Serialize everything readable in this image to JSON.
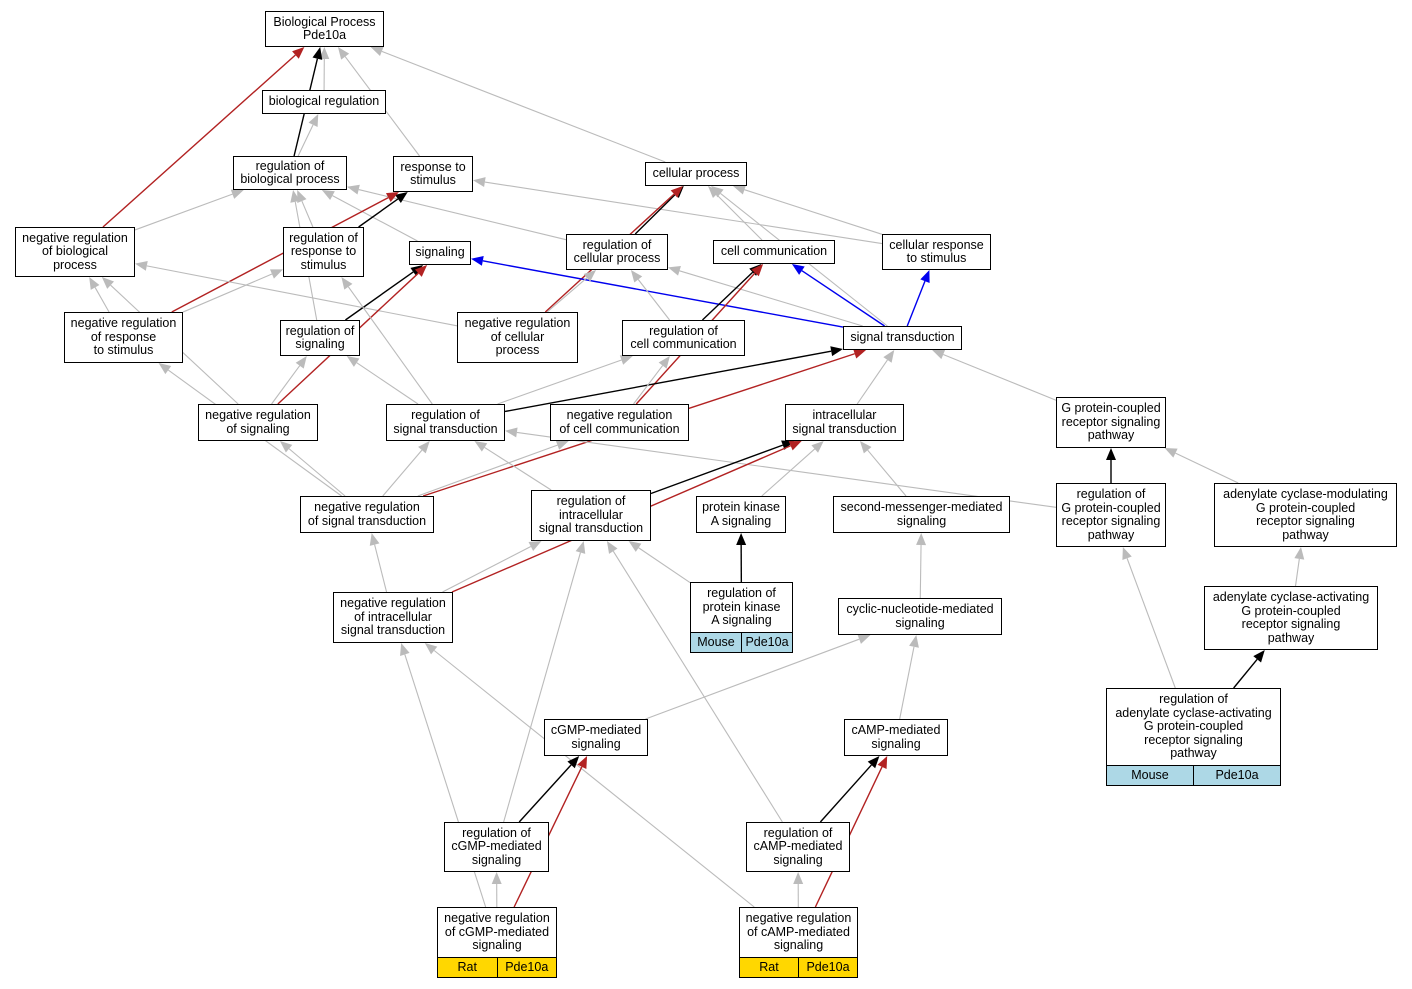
{
  "colors": {
    "gray": "#bbbbbb",
    "black": "#000000",
    "red": "#b22222",
    "blue": "#0000ee",
    "mouse_annotation": "#add8e6",
    "rat_annotation": "#ffd700"
  },
  "nodes": {
    "bp": {
      "label": "Biological Process\nPde10a"
    },
    "bioreg": {
      "label": "biological regulation"
    },
    "regbp": {
      "label": "regulation of\nbiological process"
    },
    "resp": {
      "label": "response to\nstimulus"
    },
    "cellproc": {
      "label": "cellular process"
    },
    "negbp": {
      "label": "negative regulation\nof biological\nprocess"
    },
    "regresp": {
      "label": "regulation of\nresponse to\nstimulus"
    },
    "signaling": {
      "label": "signaling"
    },
    "regcell": {
      "label": "regulation of\ncellular process"
    },
    "cellcomm": {
      "label": "cell communication"
    },
    "cellresp": {
      "label": "cellular response\nto stimulus"
    },
    "negresp": {
      "label": "negative regulation\nof response\nto stimulus"
    },
    "regsig": {
      "label": "regulation of\nsignaling"
    },
    "negcell": {
      "label": "negative regulation\nof cellular\nprocess"
    },
    "regcc": {
      "label": "regulation of\ncell communication"
    },
    "st": {
      "label": "signal transduction"
    },
    "negsig": {
      "label": "negative regulation\nof signaling"
    },
    "regst": {
      "label": "regulation of\nsignal transduction"
    },
    "negcc": {
      "label": "negative regulation\nof cell communication"
    },
    "ist": {
      "label": "intracellular\nsignal transduction"
    },
    "gpcr": {
      "label": "G protein-coupled\nreceptor signaling\npathway"
    },
    "negst": {
      "label": "negative regulation\nof signal transduction"
    },
    "regist": {
      "label": "regulation of\nintracellular\nsignal transduction"
    },
    "pka": {
      "label": "protein kinase\nA signaling"
    },
    "smm": {
      "label": "second-messenger-mediated\nsignaling"
    },
    "reggpcr": {
      "label": "regulation of\nG protein-coupled\nreceptor signaling\npathway"
    },
    "acmod": {
      "label": "adenylate cyclase-modulating\nG protein-coupled\nreceptor signaling\npathway"
    },
    "negist": {
      "label": "negative regulation\nof intracellular\nsignal transduction"
    },
    "regpka": {
      "label": "regulation of\nprotein kinase\nA signaling",
      "annotation": [
        "Mouse",
        "Pde10a"
      ]
    },
    "cnm": {
      "label": "cyclic-nucleotide-mediated\nsignaling"
    },
    "acact": {
      "label": "adenylate cyclase-activating\nG protein-coupled\nreceptor signaling\npathway"
    },
    "regacact": {
      "label": "regulation of\nadenylate cyclase-activating\nG protein-coupled\nreceptor signaling\npathway",
      "annotation": [
        "Mouse",
        "Pde10a"
      ]
    },
    "cgmp": {
      "label": "cGMP-mediated\nsignaling"
    },
    "camp": {
      "label": "cAMP-mediated\nsignaling"
    },
    "regcgmp": {
      "label": "regulation of\ncGMP-mediated\nsignaling"
    },
    "regcamp": {
      "label": "regulation of\ncAMP-mediated\nsignaling"
    },
    "negcgmp": {
      "label": "negative regulation\nof cGMP-mediated\nsignaling",
      "annotation": [
        "Rat",
        "Pde10a"
      ]
    },
    "negcamp": {
      "label": "negative regulation\nof cAMP-mediated\nsignaling",
      "annotation": [
        "Rat",
        "Pde10a"
      ]
    }
  },
  "edges": [
    {
      "from": "bioreg",
      "to": "bp",
      "color": "gray"
    },
    {
      "from": "regbp",
      "to": "bp",
      "color": "black"
    },
    {
      "from": "negbp",
      "to": "bp",
      "color": "red"
    },
    {
      "from": "resp",
      "to": "bp",
      "color": "gray"
    },
    {
      "from": "cellproc",
      "to": "bp",
      "color": "gray"
    },
    {
      "from": "regbp",
      "to": "bioreg",
      "color": "gray"
    },
    {
      "from": "negbp",
      "to": "regbp",
      "color": "gray"
    },
    {
      "from": "regresp",
      "to": "regbp",
      "color": "gray"
    },
    {
      "from": "regcell",
      "to": "regbp",
      "color": "gray"
    },
    {
      "from": "signaling",
      "to": "regbp",
      "color": "gray"
    },
    {
      "from": "regsig",
      "to": "regbp",
      "color": "gray"
    },
    {
      "from": "regresp",
      "to": "resp",
      "color": "black"
    },
    {
      "from": "negresp",
      "to": "resp",
      "color": "red"
    },
    {
      "from": "cellresp",
      "to": "resp",
      "color": "gray"
    },
    {
      "from": "regcell",
      "to": "cellproc",
      "color": "black"
    },
    {
      "from": "negcell",
      "to": "cellproc",
      "color": "red"
    },
    {
      "from": "cellcomm",
      "to": "cellproc",
      "color": "gray"
    },
    {
      "from": "cellresp",
      "to": "cellproc",
      "color": "gray"
    },
    {
      "from": "st",
      "to": "cellproc",
      "color": "gray"
    },
    {
      "from": "negresp",
      "to": "negbp",
      "color": "gray"
    },
    {
      "from": "negsig",
      "to": "negbp",
      "color": "gray"
    },
    {
      "from": "negcell",
      "to": "negbp",
      "color": "gray"
    },
    {
      "from": "negresp",
      "to": "regresp",
      "color": "gray"
    },
    {
      "from": "regsig",
      "to": "signaling",
      "color": "black"
    },
    {
      "from": "negsig",
      "to": "signaling",
      "color": "red"
    },
    {
      "from": "st",
      "to": "signaling",
      "color": "blue"
    },
    {
      "from": "negcell",
      "to": "regcell",
      "color": "gray"
    },
    {
      "from": "regcc",
      "to": "regcell",
      "color": "gray"
    },
    {
      "from": "st",
      "to": "regcell",
      "color": "gray"
    },
    {
      "from": "regcc",
      "to": "cellcomm",
      "color": "black"
    },
    {
      "from": "negcc",
      "to": "cellcomm",
      "color": "red"
    },
    {
      "from": "st",
      "to": "cellcomm",
      "color": "blue"
    },
    {
      "from": "st",
      "to": "cellresp",
      "color": "blue"
    },
    {
      "from": "negst",
      "to": "negresp",
      "color": "gray"
    },
    {
      "from": "negsig",
      "to": "regsig",
      "color": "gray"
    },
    {
      "from": "regst",
      "to": "regsig",
      "color": "gray"
    },
    {
      "from": "regst",
      "to": "regresp",
      "color": "gray"
    },
    {
      "from": "regst",
      "to": "st",
      "color": "black"
    },
    {
      "from": "negst",
      "to": "st",
      "color": "red"
    },
    {
      "from": "ist",
      "to": "st",
      "color": "gray"
    },
    {
      "from": "gpcr",
      "to": "st",
      "color": "gray"
    },
    {
      "from": "negcc",
      "to": "regcc",
      "color": "gray"
    },
    {
      "from": "regst",
      "to": "regcc",
      "color": "gray"
    },
    {
      "from": "negst",
      "to": "negsig",
      "color": "gray"
    },
    {
      "from": "negst",
      "to": "regst",
      "color": "gray"
    },
    {
      "from": "regist",
      "to": "regst",
      "color": "gray"
    },
    {
      "from": "reggpcr",
      "to": "regst",
      "color": "gray"
    },
    {
      "from": "negst",
      "to": "negcc",
      "color": "gray"
    },
    {
      "from": "regist",
      "to": "ist",
      "color": "black"
    },
    {
      "from": "negist",
      "to": "ist",
      "color": "red"
    },
    {
      "from": "pka",
      "to": "ist",
      "color": "gray"
    },
    {
      "from": "smm",
      "to": "ist",
      "color": "gray"
    },
    {
      "from": "reggpcr",
      "to": "gpcr",
      "color": "black"
    },
    {
      "from": "acmod",
      "to": "gpcr",
      "color": "gray"
    },
    {
      "from": "negist",
      "to": "negst",
      "color": "gray"
    },
    {
      "from": "negist",
      "to": "regist",
      "color": "gray"
    },
    {
      "from": "regpka",
      "to": "regist",
      "color": "gray"
    },
    {
      "from": "regcgmp",
      "to": "regist",
      "color": "gray"
    },
    {
      "from": "regcamp",
      "to": "regist",
      "color": "gray"
    },
    {
      "from": "regpka",
      "to": "pka",
      "color": "black"
    },
    {
      "from": "cnm",
      "to": "smm",
      "color": "gray"
    },
    {
      "from": "regacact",
      "to": "reggpcr",
      "color": "gray"
    },
    {
      "from": "acact",
      "to": "acmod",
      "color": "gray"
    },
    {
      "from": "negcgmp",
      "to": "negist",
      "color": "gray"
    },
    {
      "from": "negcamp",
      "to": "negist",
      "color": "gray"
    },
    {
      "from": "cgmp",
      "to": "cnm",
      "color": "gray"
    },
    {
      "from": "camp",
      "to": "cnm",
      "color": "gray"
    },
    {
      "from": "regacact",
      "to": "acact",
      "color": "black"
    },
    {
      "from": "regcgmp",
      "to": "cgmp",
      "color": "black"
    },
    {
      "from": "negcgmp",
      "to": "cgmp",
      "color": "red"
    },
    {
      "from": "regcamp",
      "to": "camp",
      "color": "black"
    },
    {
      "from": "negcamp",
      "to": "camp",
      "color": "red"
    },
    {
      "from": "negcgmp",
      "to": "regcgmp",
      "color": "gray"
    },
    {
      "from": "negcamp",
      "to": "regcamp",
      "color": "gray"
    }
  ]
}
